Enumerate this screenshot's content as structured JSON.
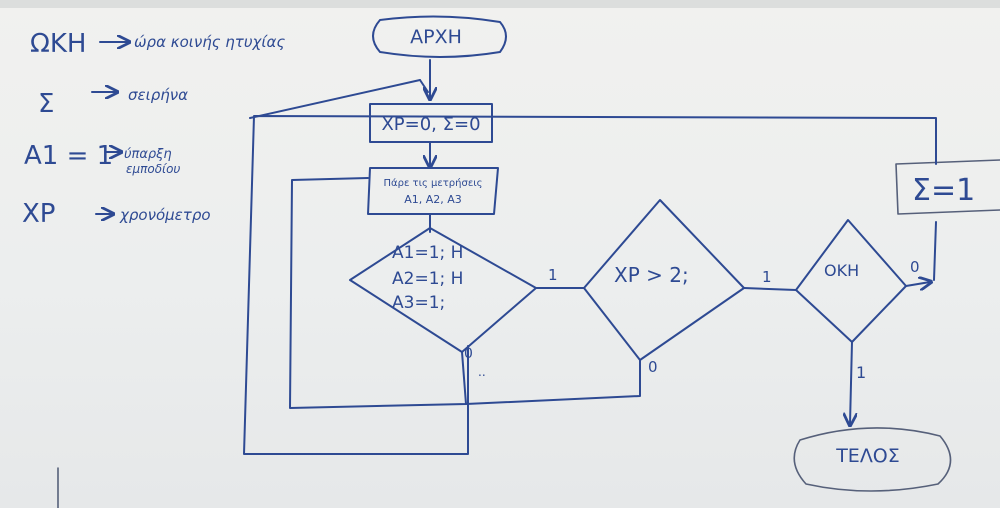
{
  "legend": [
    {
      "symbol": "ΩΚΗ",
      "meaning": "ώρα κοινής ητυχίας"
    },
    {
      "symbol": "Σ",
      "meaning": "σειρήνα"
    },
    {
      "symbol": "Α1 = 1",
      "meaning_1": "ύπαρξη",
      "meaning_2": "εμποδίου"
    },
    {
      "symbol": "ΧΡ",
      "meaning": "χρονόμετρο"
    }
  ],
  "flowchart": {
    "start": "ΑΡΧΗ",
    "init": "ΧΡ=0, Σ=0",
    "read_line1": "Πάρε τις μετρήσεις",
    "read_line2": "Α1, Α2, Α3",
    "decision1": [
      "Α1=1; Η",
      "Α2=1; Η",
      "Α3=1;"
    ],
    "decision2": "ΧΡ > 2;",
    "decision3": "ΟΚΗ",
    "assign": "Σ=1",
    "end": "ΤΕΛΟΣ",
    "labels": {
      "d1_yes": "1",
      "d1_no": "0",
      "d1_dots": "..",
      "d2_yes": "1",
      "d2_no": "0",
      "d3_no": "0",
      "d3_yes": "1"
    }
  }
}
